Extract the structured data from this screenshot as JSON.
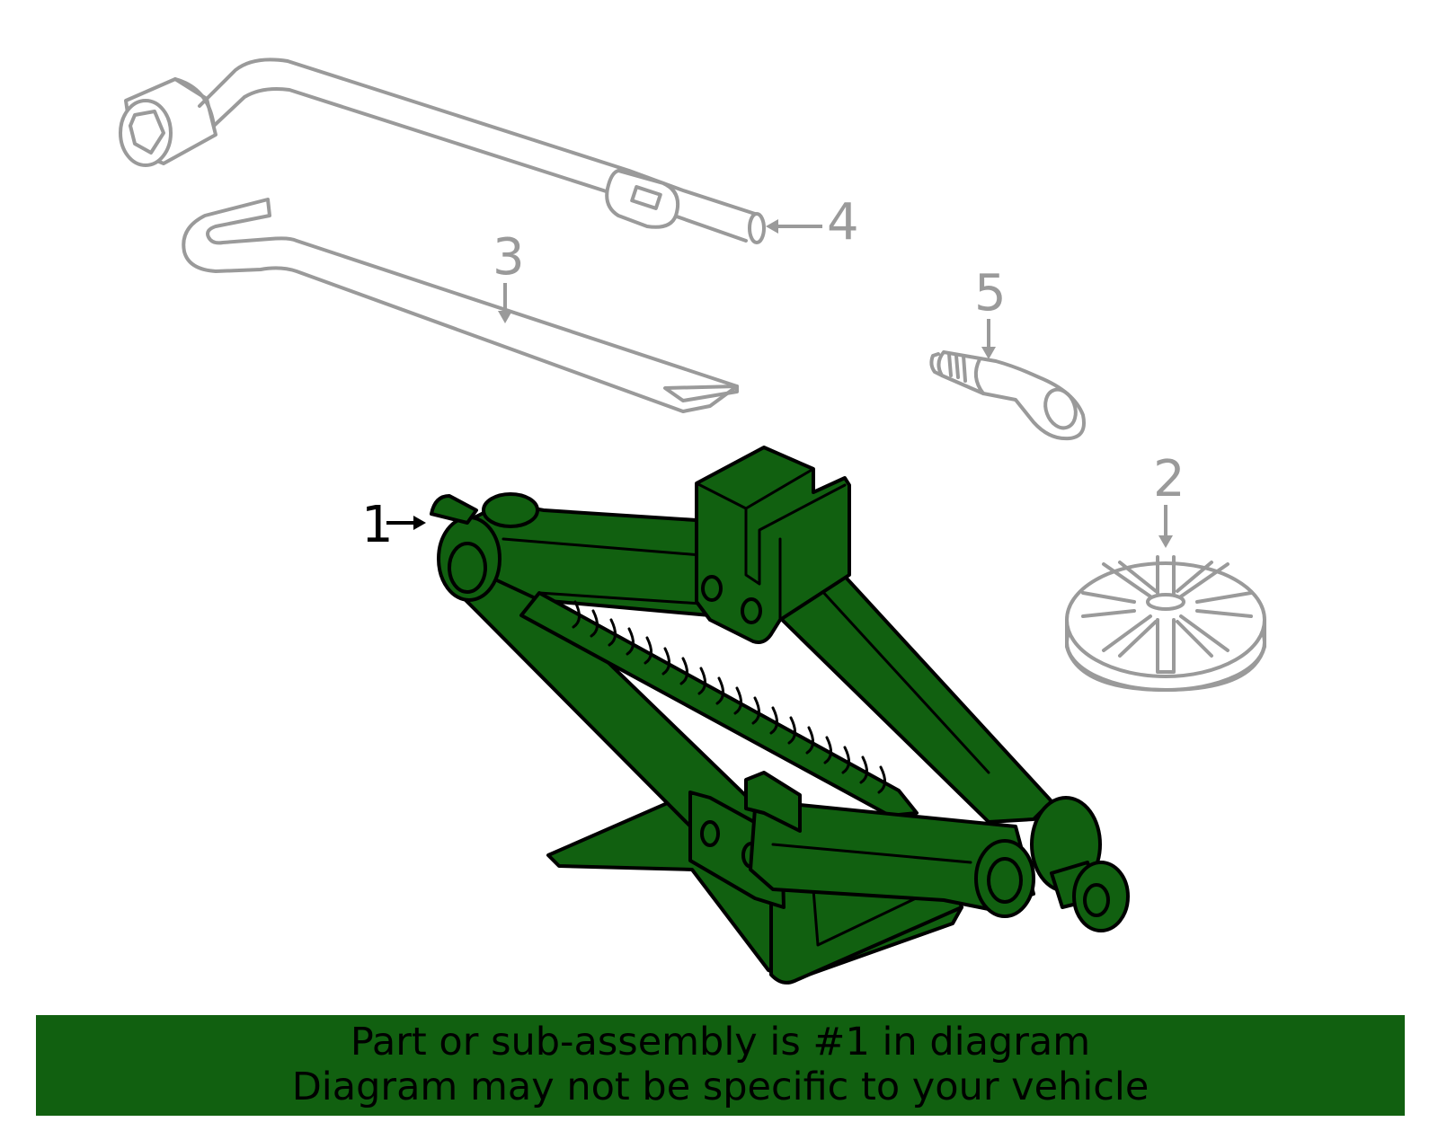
{
  "callouts": {
    "c1": "1",
    "c2": "2",
    "c3": "3",
    "c4": "4",
    "c5": "5"
  },
  "parts": {
    "highlighted": "1",
    "highlight_color": "#116010",
    "other_parts_color": "#9a9a9a"
  },
  "banner": {
    "line1": "Part or sub-assembly is #1 in diagram",
    "line2": "Diagram may not be specific to your vehicle",
    "background": "#116010"
  }
}
